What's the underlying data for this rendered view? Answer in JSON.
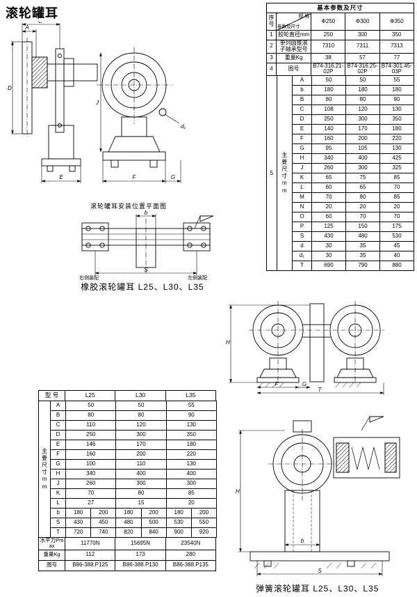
{
  "page": {
    "title": "滚轮罐耳"
  },
  "params_table": {
    "title": "基本参数及尺寸",
    "seq_label": "序号",
    "corner_top": "规 格",
    "corner_bottom": "参数及尺寸",
    "models": [
      "Φ250",
      "Φ300",
      "Φ350"
    ],
    "rows": [
      {
        "no": "1",
        "label": "胶轮直径mm",
        "values": [
          "250",
          "300",
          "350"
        ]
      },
      {
        "no": "2",
        "label": "单列圆锥滚子轴承型号",
        "values": [
          "7310",
          "7311",
          "7313"
        ]
      },
      {
        "no": "3",
        "label": "重量Kg",
        "values": [
          "38",
          "57",
          "77"
        ]
      },
      {
        "no": "4",
        "label": "图号",
        "values": [
          "B74-316.21-02P",
          "B74-316.25-02P",
          "B74-301.45-03P"
        ]
      }
    ],
    "dims_no": "5",
    "dims_label": "主要尺寸mm",
    "dims": [
      [
        "A",
        "50",
        "50",
        "55"
      ],
      [
        "b",
        "180",
        "180",
        "180"
      ],
      [
        "B",
        "80",
        "80",
        "90"
      ],
      [
        "C",
        "108",
        "120",
        "130"
      ],
      [
        "D",
        "250",
        "300",
        "350"
      ],
      [
        "E",
        "140",
        "170",
        "180"
      ],
      [
        "F",
        "160",
        "200",
        "220"
      ],
      [
        "G",
        "95",
        "105",
        "130"
      ],
      [
        "H",
        "340",
        "400",
        "425"
      ],
      [
        "J",
        "260",
        "300",
        "325"
      ],
      [
        "K",
        "65",
        "75",
        "85"
      ],
      [
        "L",
        "60",
        "65",
        "70"
      ],
      [
        "M",
        "70",
        "80",
        "85"
      ],
      [
        "N",
        "20",
        "20",
        "20"
      ],
      [
        "O",
        "60",
        "70",
        "70"
      ],
      [
        "P",
        "125",
        "150",
        "175"
      ],
      [
        "S",
        "430",
        "480",
        "530"
      ],
      [
        "d",
        "30",
        "35",
        "45"
      ],
      [
        "d₁",
        "30",
        "35",
        "40"
      ],
      [
        "T",
        "690",
        "790",
        "880"
      ]
    ]
  },
  "model_table": {
    "header_label": "型  号",
    "models": [
      "L25",
      "L30",
      "L35"
    ],
    "dims_label": "主要尺寸mm",
    "dims": [
      [
        "A",
        "50",
        "50",
        "55"
      ],
      [
        "B",
        "80",
        "80",
        "90"
      ],
      [
        "C",
        "110",
        "120",
        "130"
      ],
      [
        "D",
        "250",
        "300",
        "350"
      ],
      [
        "E",
        "146",
        "170",
        "180"
      ],
      [
        "F",
        "160",
        "200",
        "220"
      ],
      [
        "G",
        "100",
        "110",
        "130"
      ],
      [
        "H",
        "340",
        "400",
        "400"
      ],
      [
        "J",
        "260",
        "300",
        "300"
      ],
      [
        "K",
        "70",
        "80",
        "85"
      ],
      [
        "L",
        "27",
        "15",
        "20"
      ]
    ],
    "split_dims": [
      [
        "b",
        "180",
        "200",
        "180",
        "200",
        "180",
        "200"
      ],
      [
        "S",
        "430",
        "450",
        "480",
        "500",
        "530",
        "550"
      ],
      [
        "T",
        "720",
        "740",
        "820",
        "840",
        "900",
        "920"
      ]
    ],
    "footer": [
      [
        "水平力Pmax",
        "11770N",
        "15695N",
        "23540N"
      ],
      [
        "重量Kg",
        "112",
        "173",
        "280"
      ],
      [
        "图号",
        "B86-388.P125",
        "B86-388.P130",
        "B86-388.P135"
      ]
    ]
  },
  "captions": {
    "plan_view": "滚轮罐耳安装位置平面图",
    "rubber": "橡胶滚轮罐耳 L25、L30、L35",
    "spring": "弹簧滚轮罐耳 L25、L30、L35",
    "right_assembly": "右侧装配",
    "left_assembly": "左侧装配"
  },
  "dim_labels": {
    "side": {
      "A": "A",
      "C": "C",
      "D": "D",
      "E": "E",
      "F": "F",
      "G": "G",
      "J": "J",
      "d1": "d₁"
    },
    "plan": {
      "b": "b",
      "S": "S"
    },
    "front": {
      "H": "H",
      "F": "F",
      "G": "G",
      "T": "T"
    },
    "spring": {
      "H": "H",
      "b": "b",
      "S": "S"
    }
  }
}
